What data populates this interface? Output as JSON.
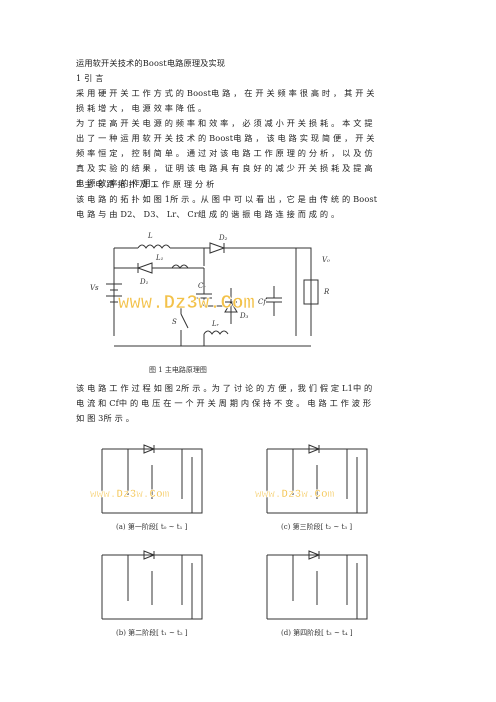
{
  "document": {
    "title": "运用软开关技术的Boost电路原理及实现",
    "section1": "1 引 言",
    "para1_line1": "采 用 硬 开 关 工 作 方 式 的 Boost电 路 ， 在 开 关 频 率 很 高 时 ， 其 开 关",
    "para1_line2": "损 耗 增 大 ， 电 源 效 率 降 低 。",
    "para2_line1": "为 了 提 高 开 关 电 源 的 频 率 和 效 率 ， 必 须 减 小 开 关 损 耗 。 本 文 提",
    "para2_line2": "出 了 一 种 运 用 软 开 关 技 术 的 Boost电 路 ， 该 电 路 实 现 简 便 ， 开 关",
    "para2_line3": "频 率 恒 定 ， 控 制 简 单 。 通 过 对 该 电 路 工 作 原 理 的 分 析 ， 以 及 仿",
    "para2_line4": "真 及 实 验 的 结 果 ， 证 明 该 电 路 具 有 良 好 的 减 少 开 关 损 耗 及 提 高",
    "para2_line5": "电 源 效 率 的 作 用 。",
    "section2": "2 主 电 路 拓 扑 及 工 作 原 理 分 析",
    "para3_line1": "该 电 路 的 拓 扑 如 图 1所 示 。从 图 中 可 以 看 出 ，它 是 由 传 统 的 Boost",
    "para3_line2": "电 路 与 由 D2、 D3、 Lr、 Cr组 成 的 谐 振 电 路 连 接 而 成 的 。",
    "para4_line1": "该 电 路 工 作 过 程 如 图 2所 示 。为 了 讨 论 的 方 便 ，我 们 假 定 L1中 的",
    "para4_line2": "电 流 和 Cf中 的 电 压 在 一 个 开 关 周 期 内 保 持 不 变 。 电 路 工 作 波 形",
    "para4_line3": "如 图 3所 示 。"
  },
  "figure1": {
    "watermark": "www.Dz3w.Com",
    "caption": "图 1     主电路原理图",
    "labels": {
      "l": "L",
      "l1": "L₁",
      "d1": "D₁",
      "d2": "D₂",
      "d3": "D₃",
      "cr": "Cᵣ",
      "cf": "Cf",
      "lr": "Lᵣ",
      "vs": "Vs",
      "vo": "V₀",
      "r": "R",
      "s": "S"
    }
  },
  "figure2": {
    "watermark": "www.Dz3w.Com",
    "captions": {
      "a": "(a)  第一阶段[ t₀ ~ t₁ ]",
      "b": "(b)  第二阶段[ t₁ ~ t₂ ]",
      "c": "(c)  第三阶段[ t₂ ~ t₃ ]",
      "d": "(d)  第四阶段[ t₃ ~ t₄ ]"
    }
  },
  "colors": {
    "watermark": "#f3c24a",
    "text": "#222222",
    "lines": "#333333"
  }
}
